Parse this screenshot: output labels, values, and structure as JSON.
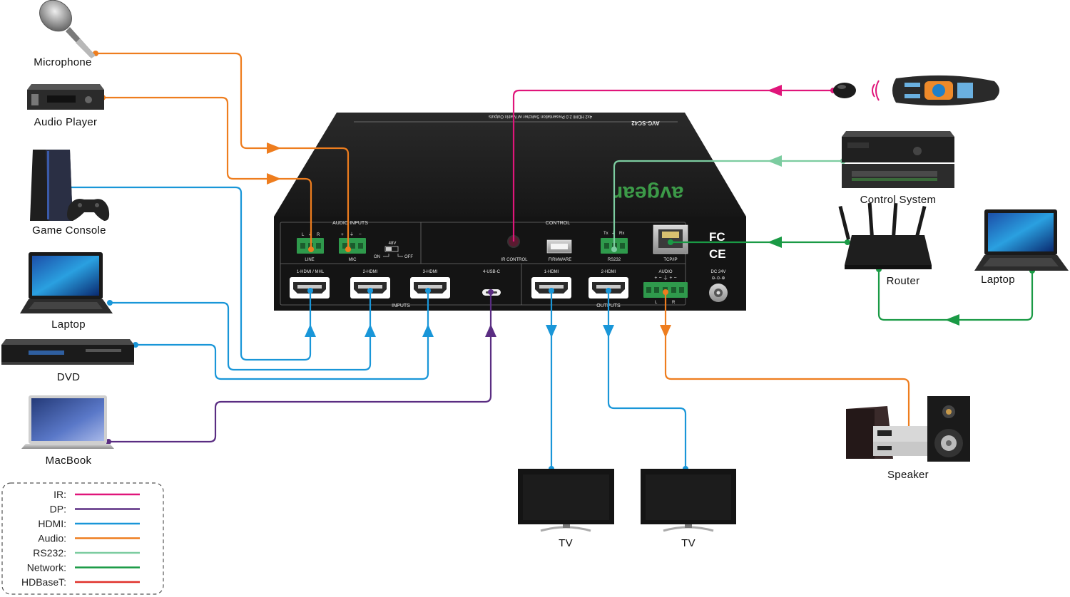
{
  "colors": {
    "ir": "#e0157a",
    "dp": "#5a2d82",
    "hdmi": "#1996d8",
    "audio": "#ee7d1e",
    "rs232": "#7ccca0",
    "network": "#1a9a45",
    "hdbaset": "#e0302a"
  },
  "devices": {
    "microphone": "Microphone",
    "audio_player": "Audio Player",
    "game_console": "Game Console",
    "laptop_left": "Laptop",
    "dvd": "DVD",
    "macbook": "MacBook",
    "control_system": "Control System",
    "router": "Router",
    "laptop_right": "Laptop",
    "speaker": "Speaker",
    "tv1": "TV",
    "tv2": "TV"
  },
  "switcher": {
    "brand": "avgear",
    "model": "AVG-SC42",
    "subtitle": "4x2 HDMI 2.0 Presentation Switcher w/ Matrix Outputs",
    "audio_inputs": "AUDIO INPUTS",
    "line": "LINE",
    "mic": "MIC",
    "l": "L",
    "ground": "⏚",
    "r": "R",
    "plus": "+",
    "minus": "−",
    "phantom": "48V",
    "on": "ON",
    "off": "OFF",
    "control": "CONTROL",
    "ir_control": "IR CONTROL",
    "firmware": "FIRMWARE",
    "tx": "Tx",
    "rx": "Rx",
    "rs232": "RS232",
    "tcpip": "TCP/IP",
    "fc": "FC",
    "ce": "CE",
    "in1": "1-HDMI / MHL",
    "in2": "2-HDMI",
    "in3": "3-HDMI",
    "in4": "4-USB-C",
    "inputs": "INPUTS",
    "out1": "1-HDMI",
    "out2": "2-HDMI",
    "outputs": "OUTPUTS",
    "audio": "AUDIO",
    "audio_signs": "+ − ⏚ + −",
    "dc": "DC 24V",
    "dc_symbol": "⊖-⊙-⊕"
  },
  "legend": {
    "items": [
      {
        "label": "IR:",
        "color": "#e0157a"
      },
      {
        "label": "DP:",
        "color": "#5a2d82"
      },
      {
        "label": "HDMI:",
        "color": "#1996d8"
      },
      {
        "label": "Audio:",
        "color": "#ee7d1e"
      },
      {
        "label": "RS232:",
        "color": "#7ccca0"
      },
      {
        "label": "Network:",
        "color": "#1a9a45"
      },
      {
        "label": "HDBaseT:",
        "color": "#e0302a"
      }
    ]
  }
}
